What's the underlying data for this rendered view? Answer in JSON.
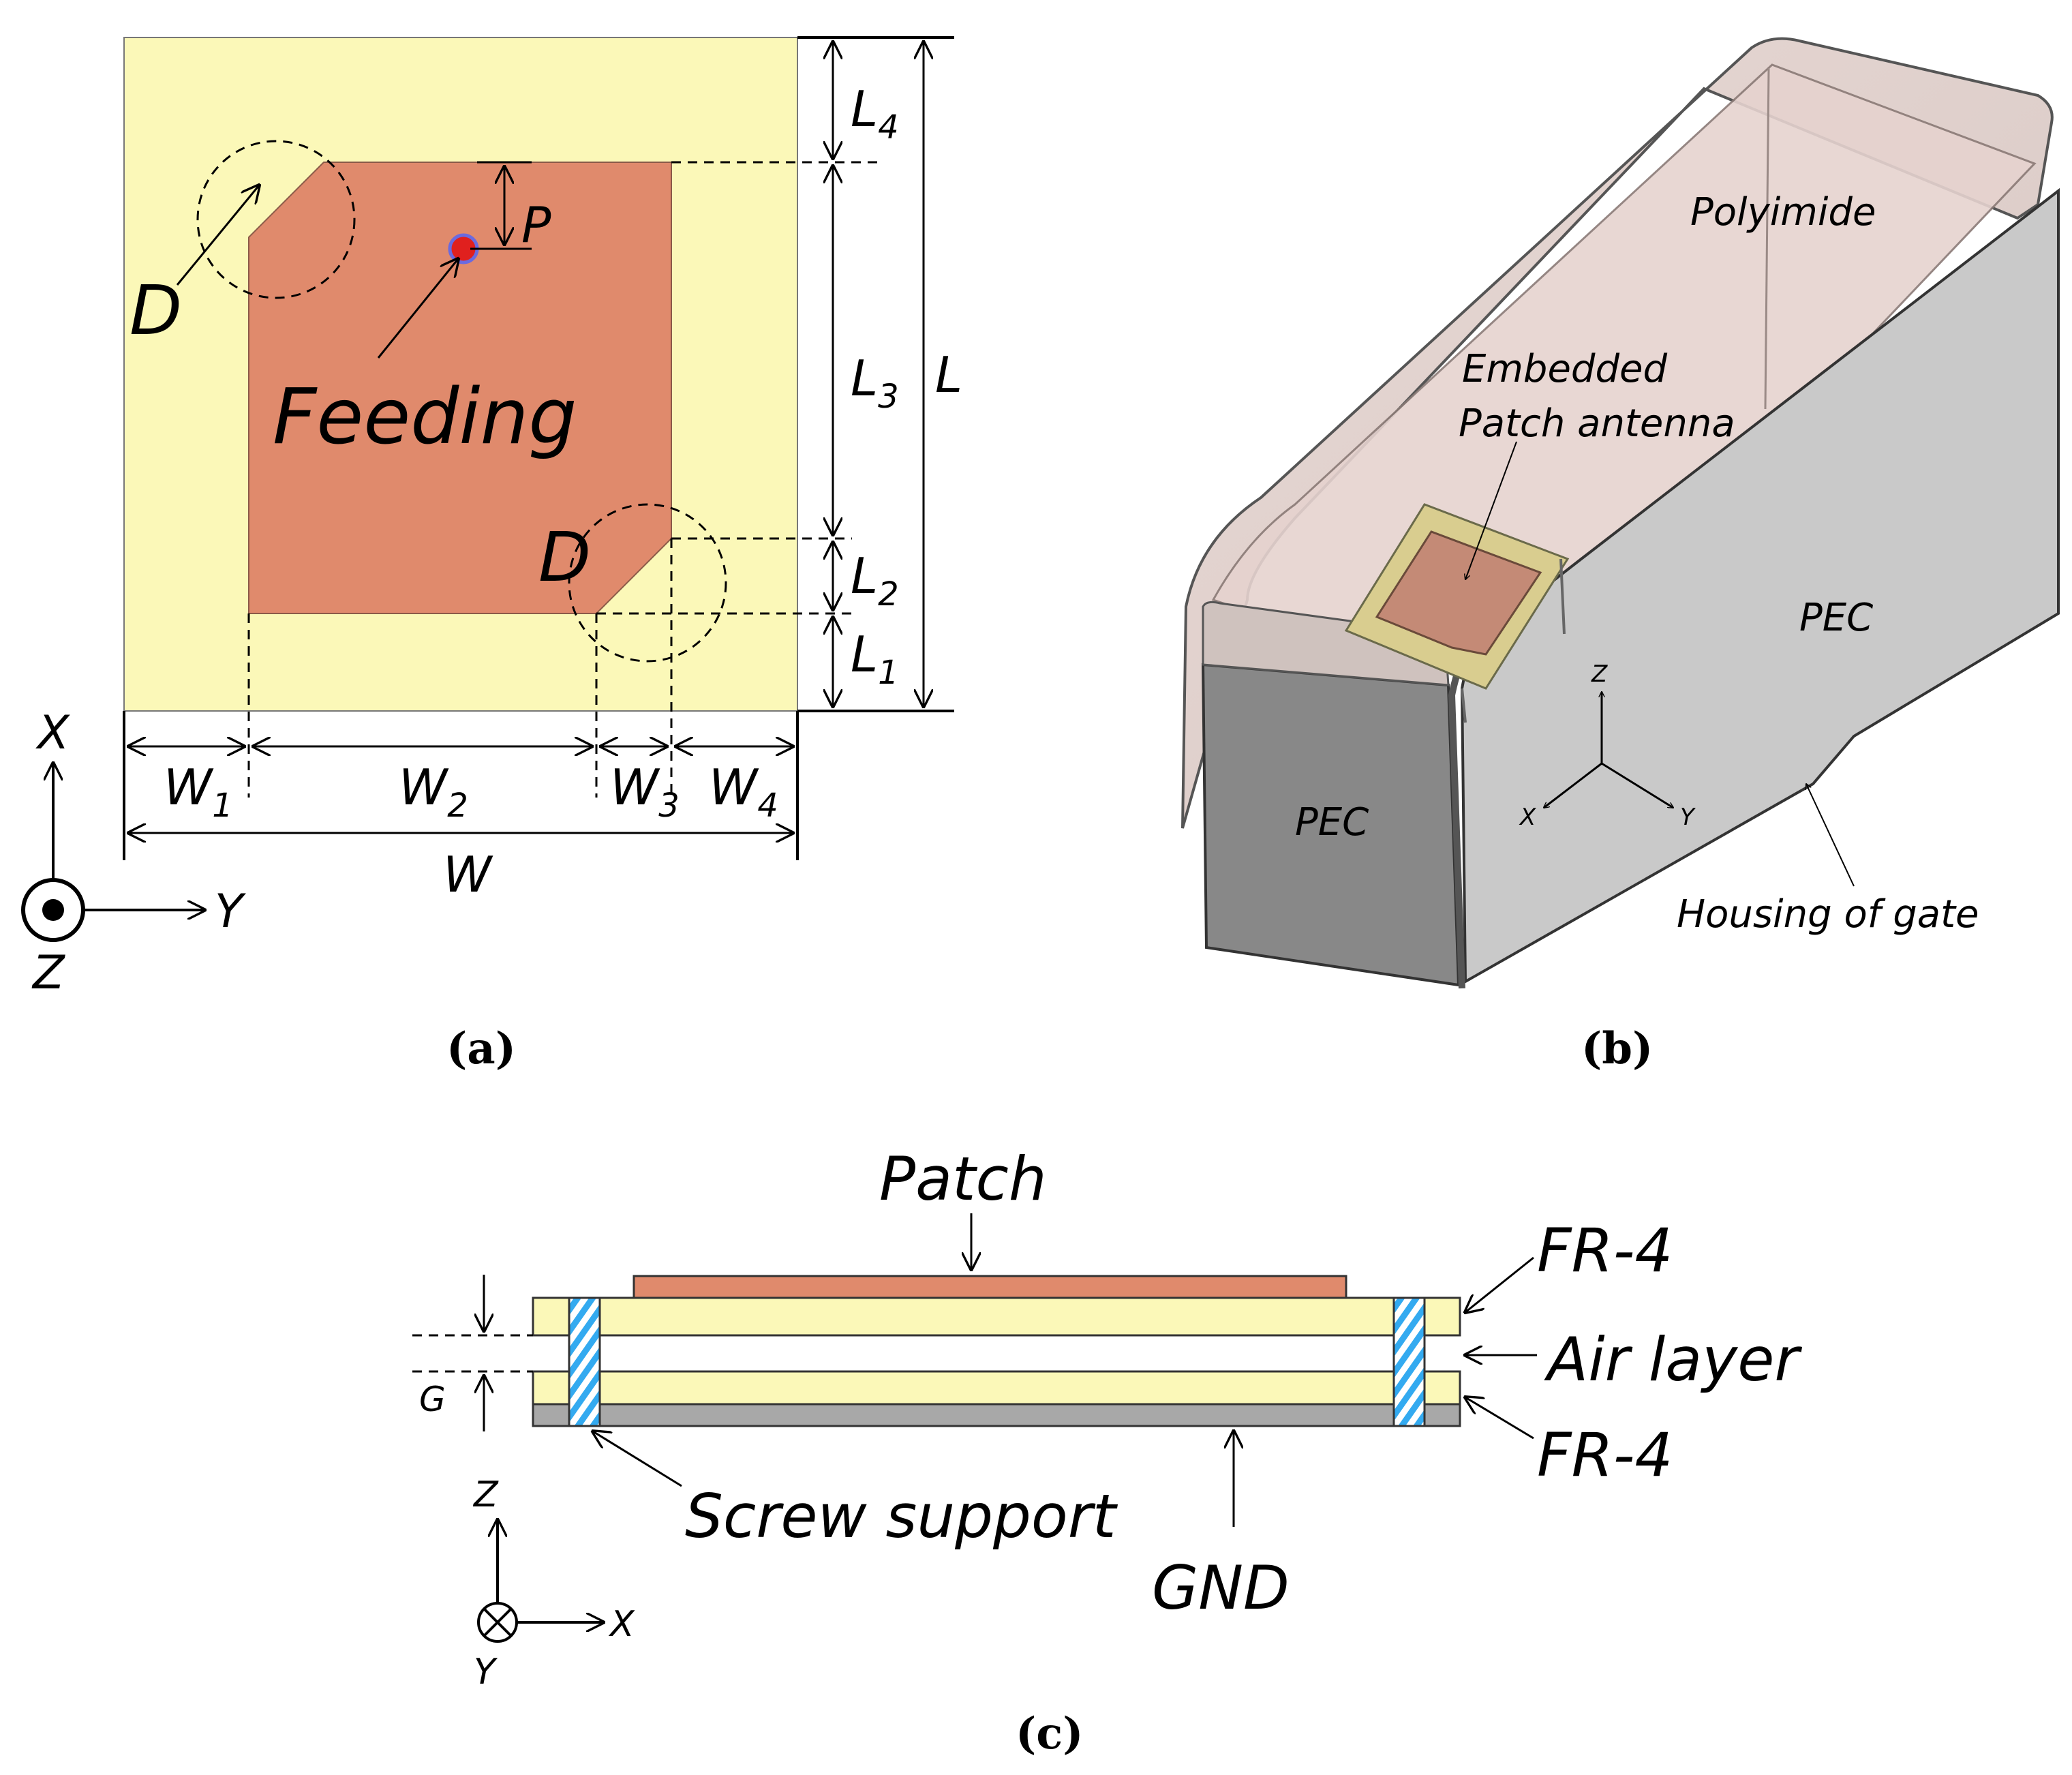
{
  "panel_a": {
    "labels": {
      "L": "L",
      "L1_main": "L",
      "L1_sub": "1",
      "L2_main": "L",
      "L2_sub": "2",
      "L3_main": "L",
      "L3_sub": "3",
      "L4_main": "L",
      "L4_sub": "4",
      "W": "W",
      "W1_main": "W",
      "W1_sub": "1",
      "W2_main": "W",
      "W2_sub": "2",
      "W3_main": "W",
      "W3_sub": "3",
      "W4_main": "W",
      "W4_sub": "4",
      "P": "P",
      "D_top": "D",
      "D_bottom": "D",
      "feeding": "Feeding"
    },
    "axes": {
      "x": "X",
      "y": "Y",
      "z": "Z"
    },
    "caption": {
      "open": "(",
      "letter": "a",
      "close": ")"
    }
  },
  "panel_b": {
    "labels": {
      "polyimide": "Polyimide",
      "embedded_line1": "Embedded",
      "embedded_line2": "Patch antenna",
      "pec_top": "PEC",
      "pec_front": "PEC",
      "housing": "Housing of gate"
    },
    "axes": {
      "x": "X",
      "y": "Y",
      "z": "Z"
    },
    "caption": {
      "open": "(",
      "letter": "b",
      "close": ")"
    }
  },
  "panel_c": {
    "labels": {
      "patch": "Patch",
      "fr4_top": "FR-4",
      "air": "Air layer",
      "fr4_bottom": "FR-4",
      "g": "G",
      "screw": "Screw support",
      "gnd": "GND"
    },
    "axes": {
      "x": "X",
      "y": "Y",
      "z": "Z"
    },
    "caption": {
      "open": "(",
      "letter": "c",
      "close": ")"
    }
  },
  "colors": {
    "substrate": "#fbf8b8",
    "patch": "#e08a6c",
    "feed": "#e0201e",
    "gnd": "#a8a8a8",
    "screw": "#33aaf0",
    "pec": "#c9c9c9"
  }
}
